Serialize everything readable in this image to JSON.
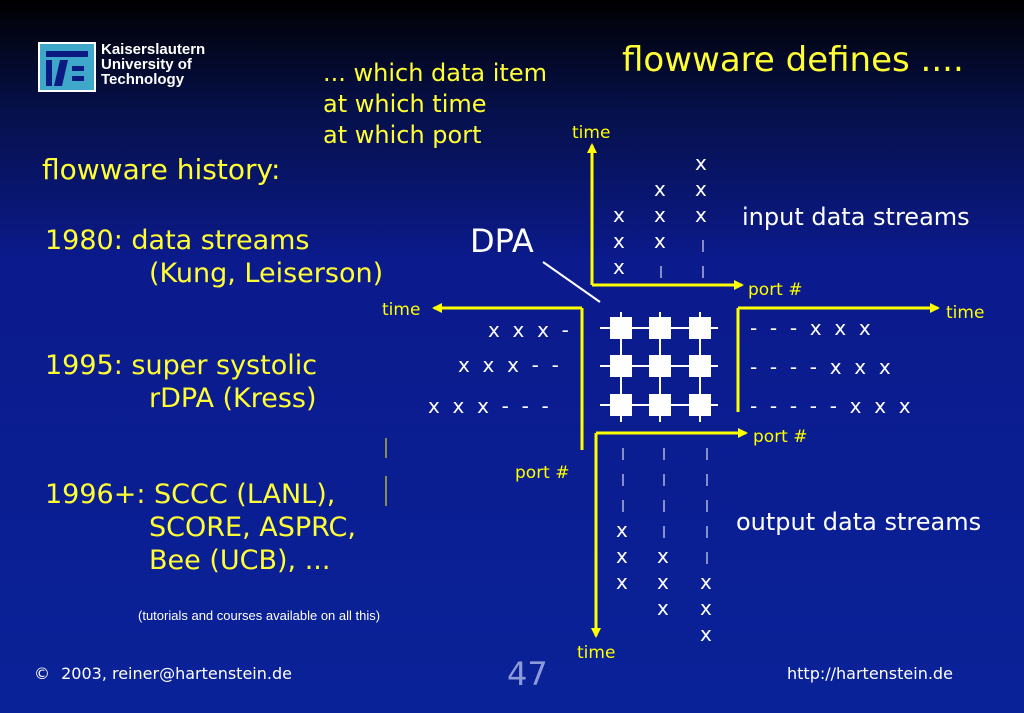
{
  "header": {
    "logo_lines": [
      "Kaiserslautern",
      "University of",
      "Technology"
    ],
    "title": "flowware defines ....",
    "question_lines": [
      "... which data item",
      "at which time",
      "at which port"
    ]
  },
  "history": {
    "title": "flowware history:",
    "entries": [
      {
        "lines": [
          "1980: data streams",
          "(Kung, Leiserson)"
        ]
      },
      {
        "lines": [
          "1995: super systolic",
          "rDPA (Kress)"
        ]
      },
      {
        "lines": [
          "1996+:  SCCC (LANL),",
          "SCORE, ASPRC,",
          "Bee (UCB), ..."
        ]
      }
    ],
    "note": "(tutorials and courses available on all this)"
  },
  "diagram": {
    "dpa_label": "DPA",
    "input_label": "input data streams",
    "output_label": "output data streams",
    "time_label": "time",
    "port_label": "port #",
    "left_rows": [
      "x  x  x  -",
      "x  x  x  -  -",
      "x  x  x  -  -  -"
    ],
    "right_rows": [
      "-  -  -  x  x  x",
      "-  -  -  -  x  x  x",
      "-  -  -  -  -  x  x  x"
    ],
    "x_mark": "x",
    "line_color": "#ffff00"
  },
  "footer": {
    "copyright_symbol": "©",
    "copyright": "2003, reiner@hartenstein.de",
    "page_number": "47",
    "url": "http://hartenstein.de"
  }
}
